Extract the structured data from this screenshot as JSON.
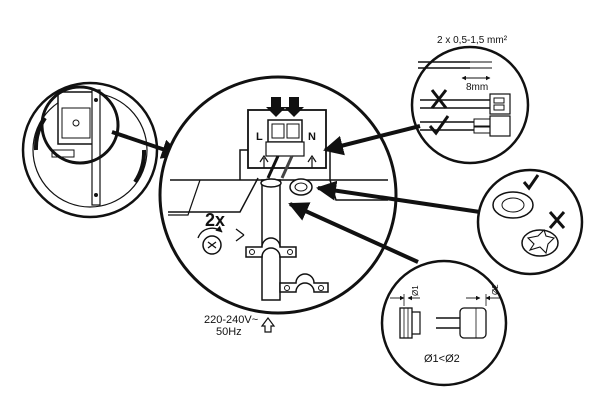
{
  "labels": {
    "wire_spec": "2 x 0,5-1,5 mm²",
    "strip_length": "8mm",
    "terminal_live": "L",
    "terminal_neutral": "N",
    "screw_count": "2x",
    "supply_voltage": "220-240V~",
    "supply_freq": "50Hz",
    "dia1": "Ø1",
    "dia2": "Ø2",
    "dia_relation": "Ø1<Ø2"
  },
  "icons": {
    "correct": "check-mark-icon",
    "wrong": "cross-mark-icon",
    "rotation": "rotate-screw-icon",
    "arrow": "arrow-icon"
  },
  "colors": {
    "line": "#111111",
    "background": "#ffffff",
    "wire_dark": "#444444"
  }
}
